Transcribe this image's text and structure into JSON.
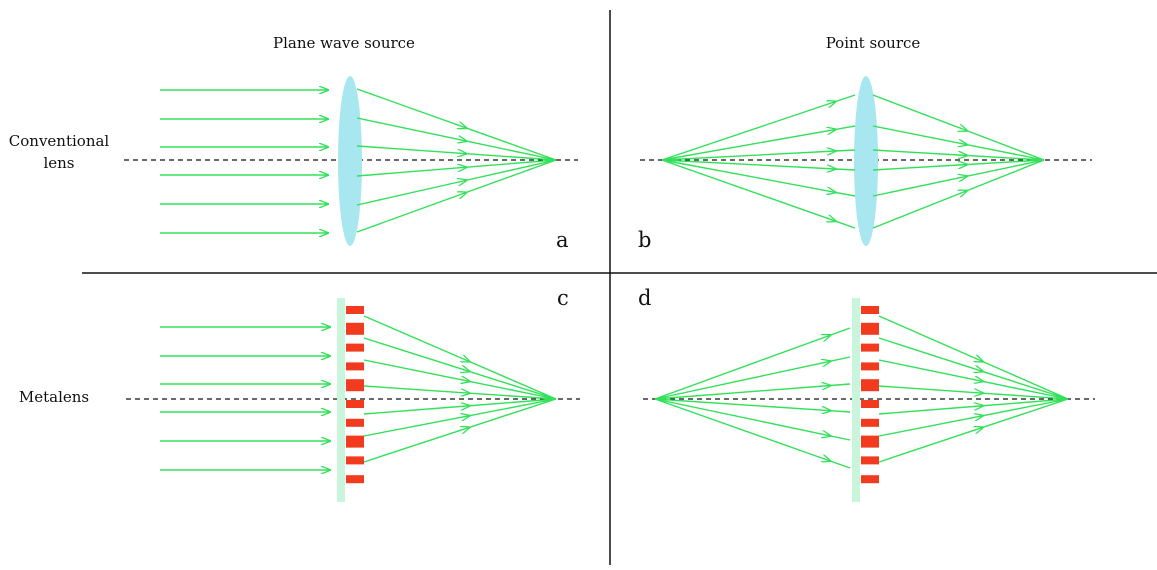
{
  "column_titles": {
    "plane_wave": "Plane wave source",
    "point": "Point source"
  },
  "row_labels": {
    "conventional_line1": "Conventional",
    "conventional_line2": "lens",
    "metalens": "Metalens"
  },
  "panel_letters": {
    "a": "a",
    "b": "b",
    "c": "c",
    "d": "d"
  },
  "colors": {
    "ray": "#33e05a",
    "lens": "#a8e6f0",
    "metalens_substrate": "#c8f5dc",
    "nanopillar": "#f23a1e",
    "axis": "#111111",
    "divider": "#111111"
  },
  "ray_counts": {
    "plane_wave_rays": 6,
    "point_source_rays": 6,
    "metalens_pillars": 10
  }
}
